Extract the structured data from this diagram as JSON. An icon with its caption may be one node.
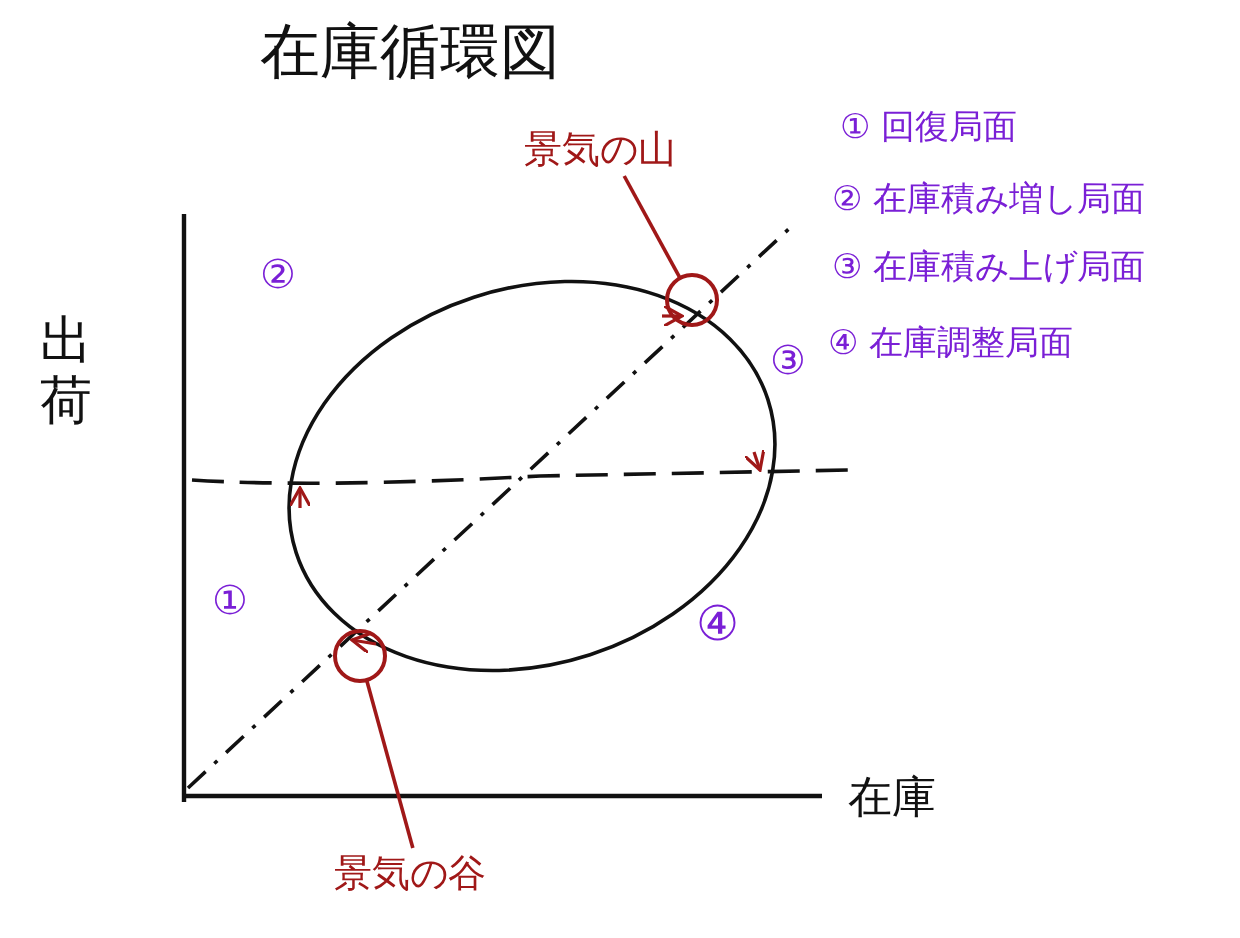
{
  "diagram": {
    "title": "在庫循環図",
    "nodes": [
      {
        "text": [
          "景気の山"
        ]
      },
      {
        "text": [],
        "shape": "circle"
      },
      {
        "text": [
          "景気の谷"
        ]
      },
      {
        "text": [],
        "shape": "circle"
      }
    ],
    "edges": [
      {
        "from": 0,
        "to": 1,
        "arrow": "none"
      },
      {
        "from": 2,
        "to": 3,
        "arrow": "none"
      }
    ],
    "labels": [
      "① 回復局面",
      "② 在庫積み増し局面",
      "②",
      "③ 在庫積み上げ局面",
      "③",
      "④ 在庫調整局面",
      "出荷",
      "①",
      "④",
      "在庫"
    ]
  }
}
